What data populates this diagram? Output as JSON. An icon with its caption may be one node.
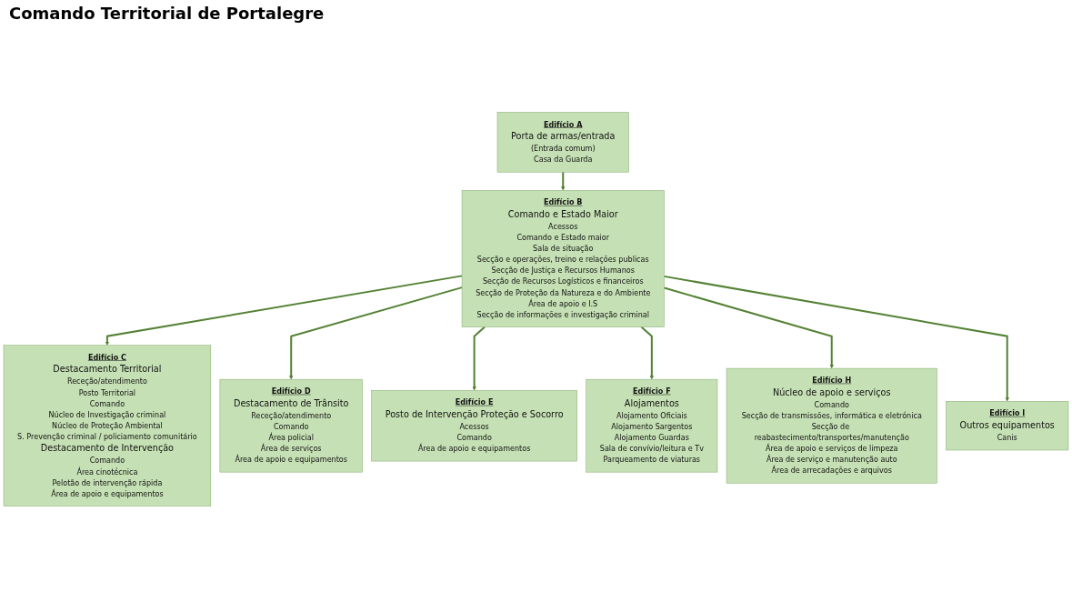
{
  "diagram": {
    "title": "Comando Territorial de Portalegre",
    "nodes": [
      {
        "text": [
          "Edifício A",
          "Porta de armas/entrada",
          "(Entrada comum)",
          "Casa da Guarda"
        ]
      },
      {
        "text": [
          "Edifício B",
          "Comando e Estado Maior",
          "Acessos",
          "Comando e Estado maior",
          "Sala de situação",
          "Secção e operações, treino e relações publicas",
          "Secção de Justiça e Recursos Humanos",
          "Secção de Recursos Logísticos e financeiros",
          "Secção de Proteção da Natureza e do Ambiente",
          "Área de apoio e I.S",
          "Secção de informações e investigação criminal"
        ]
      },
      {
        "text": [
          "Edifício I",
          "Outros equipamentos",
          "Canis"
        ]
      },
      {
        "text": [
          "Edifício C",
          "Destacamento Territorial",
          "Receção/atendimento",
          "Posto Territorial",
          "Comando",
          "Núcleo de Investigação criminal",
          "Núcleo de Proteção Ambiental",
          "S. Prevenção criminal / policiamento comunitário",
          "Destacamento de Intervenção",
          "Comando",
          "Área cinotécnica",
          "Pelotão de intervenção rápida",
          "Área de apoio e equipamentos"
        ]
      },
      {
        "text": [
          "Edifício D",
          "Destacamento de Trânsito",
          "Receção/atendimento",
          "Comando",
          "Área policial",
          "Área de serviços",
          "Área de apoio e equipamentos"
        ]
      },
      {
        "text": [
          "Edifício E",
          "Posto de Intervenção Proteção e Socorro",
          "Acessos",
          "Comando",
          "Área de apoio e equipamentos"
        ]
      },
      {
        "text": [
          "Edifício F",
          "Alojamentos",
          "Alojamento Oficiais",
          "Alojamento Sargentos",
          "Alojamento Guardas",
          "Sala de convívio/leitura e Tv",
          "Parqueamento de viaturas"
        ]
      },
      {
        "text": [
          "Edifício H",
          "Núcleo de apoio e serviços",
          "Comando",
          "Secção de transmissões, informática e eletrónica",
          "Secção de reabastecimento/transportes/manutenção",
          "Área de apoio e serviços de limpeza",
          "Área de serviço e manutenção auto",
          "Área de arrecadações e arquivos"
        ]
      }
    ],
    "edges": [
      {
        "from": 0,
        "to": 1,
        "arrow": "to"
      },
      {
        "from": 1,
        "to": 3,
        "arrow": "to"
      },
      {
        "from": 1,
        "to": 4,
        "arrow": "to"
      },
      {
        "from": 1,
        "to": 5,
        "arrow": "to"
      },
      {
        "from": 1,
        "to": 6,
        "arrow": "to"
      },
      {
        "from": 1,
        "to": 7,
        "arrow": "to"
      },
      {
        "from": 1,
        "to": 2,
        "arrow": "to"
      }
    ]
  }
}
